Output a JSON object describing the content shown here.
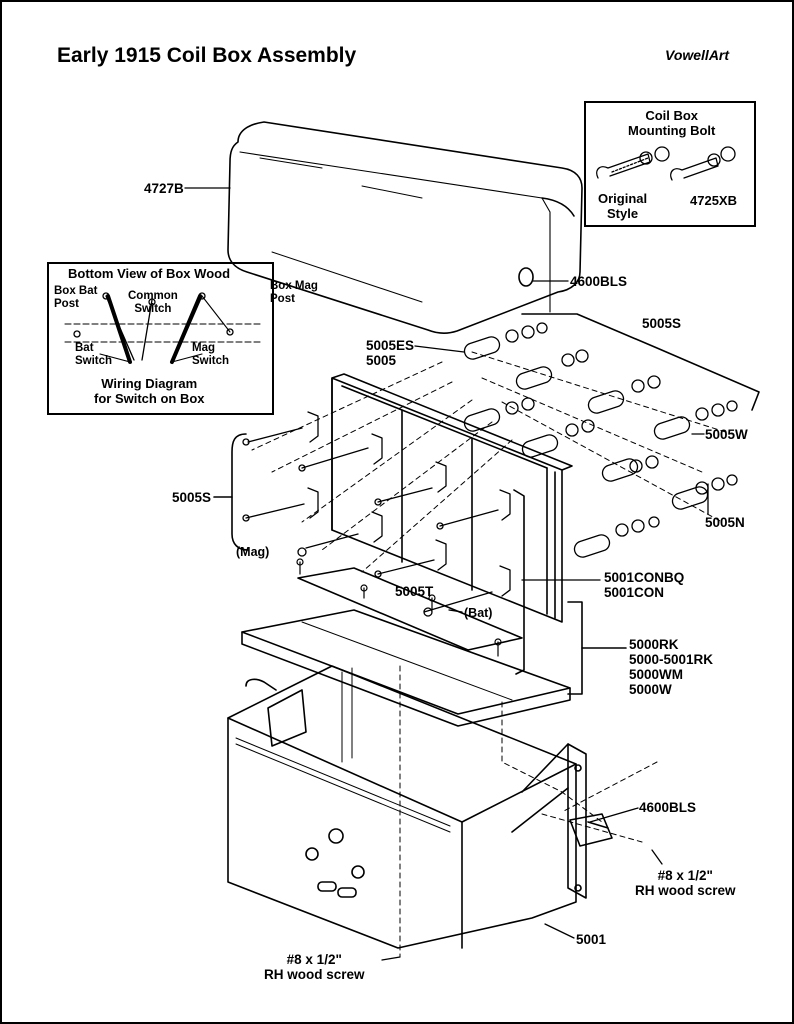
{
  "title": "Early 1915 Coil Box Assembly",
  "credit": "VowellArt",
  "bottom_view": {
    "heading": "Bottom View of Box Wood",
    "box_bat_post": "Box Bat\nPost",
    "common_switch": "Common\nSwitch",
    "box_mag_post": "Box Mag\nPost",
    "bat_switch": "Bat\nSwitch",
    "mag_switch": "Mag\nSwitch",
    "wiring_caption": "Wiring Diagram\nfor Switch on Box"
  },
  "mounting_bolt": {
    "heading": "Coil Box\nMounting Bolt",
    "original": "Original\nStyle",
    "replacement": "4725XB"
  },
  "parts": {
    "lid": "4727B",
    "latch_top": "4600BLS",
    "rods_right": "5005S",
    "spacer": "5005ES\n5005",
    "washer": "5005W",
    "nut": "5005N",
    "rods_left": "5005S",
    "mag_tag": "(Mag)",
    "terminal": "5005T",
    "bat_tag": "(Bat)",
    "contacts": "5001CONBQ\n5001CON",
    "wood_kit": "5000RK\n5000-5001RK\n5000WM\n5000W",
    "latch_side": "4600BLS",
    "screw_side": "#8 x 1/2\"\nRH wood screw",
    "box": "5001",
    "screw_bottom": "#8 x 1/2\"\nRH wood screw"
  }
}
